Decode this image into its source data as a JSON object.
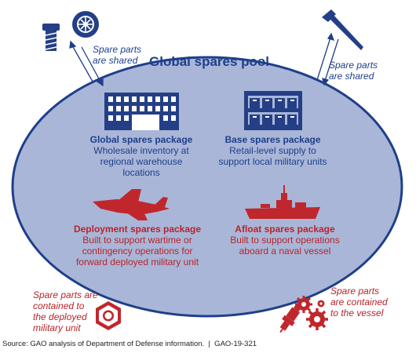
{
  "pool_title": "Global spares pool",
  "notes": {
    "top_left": [
      "Spare parts",
      "are shared"
    ],
    "top_right": [
      "Spare parts",
      "are shared"
    ],
    "bottom_left": [
      "Spare parts are",
      "contained to",
      "the deployed",
      "military unit"
    ],
    "bottom_right": [
      "Spare parts",
      "are contained",
      "to the vessel"
    ]
  },
  "packages": {
    "global": {
      "title": "Global spares package",
      "lines": [
        "Wholesale inventory at",
        "regional warehouse",
        "locations"
      ]
    },
    "base": {
      "title": "Base spares package",
      "lines": [
        "Retail-level supply to",
        "support local military units"
      ]
    },
    "deployment": {
      "title": "Deployment spares package",
      "lines": [
        "Built to support wartime or",
        "contingency operations for",
        "forward deployed military unit"
      ]
    },
    "afloat": {
      "title": "Afloat spares package",
      "lines": [
        "Built to support operations",
        "aboard a naval vessel"
      ]
    }
  },
  "source": "Source: GAO analysis of Department of Defense information.  |  GAO-19-321",
  "colors": {
    "ellipse_fill": "#a9b6d8",
    "ellipse_stroke": "#1f3f8a",
    "blue_text": "#1f3f8a",
    "red_text": "#b8242b",
    "icon_blue": "#243f86",
    "icon_red": "#c0272d"
  },
  "icons": [
    "screw-icon",
    "wheel-icon",
    "nail-icon",
    "warehouse-icon",
    "shelves-icon",
    "jet-icon",
    "ship-icon",
    "hex-nut-icon",
    "spark-plug-icon",
    "gears-icon"
  ]
}
